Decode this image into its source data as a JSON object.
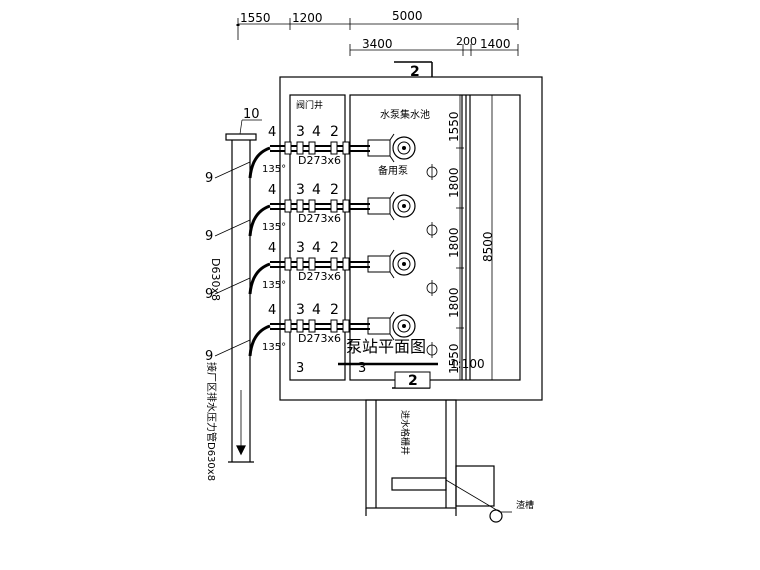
{
  "dims_top": {
    "row1": [
      "1550",
      "1200",
      "5000"
    ],
    "row2": [
      "3400",
      "200",
      "1400"
    ]
  },
  "section_mark": "2",
  "room_labels": {
    "valve_well": "阀门井",
    "pump_sump": "水泵集水池",
    "standby_pump": "备用泵"
  },
  "right_dims": [
    "1550",
    "1800",
    "1800",
    "1800",
    "1550"
  ],
  "right_total": "8500",
  "part_labels": {
    "p2": "2",
    "p3": "3",
    "p4": "4",
    "p9": "9",
    "p10": "10",
    "angle": "135°"
  },
  "pipe_spec": "D273x6",
  "main_pipe_spec": "D630x8",
  "main_pipe_note": "接厂区排水压力管D630x8",
  "inlet_note": "进水格栅井",
  "sludge_note": "渣槽",
  "title": "泵站平面图",
  "scale": "1:100",
  "colors": {
    "line": "#000000",
    "background": "#ffffff"
  }
}
